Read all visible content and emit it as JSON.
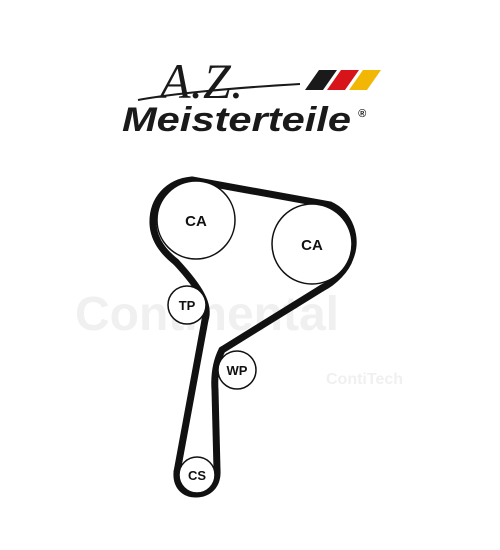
{
  "logo": {
    "script_text": "A.Z.",
    "brand_text": "Meisterteile",
    "registered_mark": "®",
    "flag_colors": [
      "#1a1a1a",
      "#d7141a",
      "#f2b705"
    ]
  },
  "watermark": {
    "brand": "Continental",
    "sub": "ContiTech",
    "color": "#f0f0f0"
  },
  "diagram": {
    "belt_color": "#111111",
    "pulleys": [
      {
        "id": "ca1",
        "label": "CA"
      },
      {
        "id": "ca2",
        "label": "CA"
      },
      {
        "id": "tp",
        "label": "TP"
      },
      {
        "id": "wp",
        "label": "WP"
      },
      {
        "id": "cs",
        "label": "CS"
      }
    ]
  }
}
